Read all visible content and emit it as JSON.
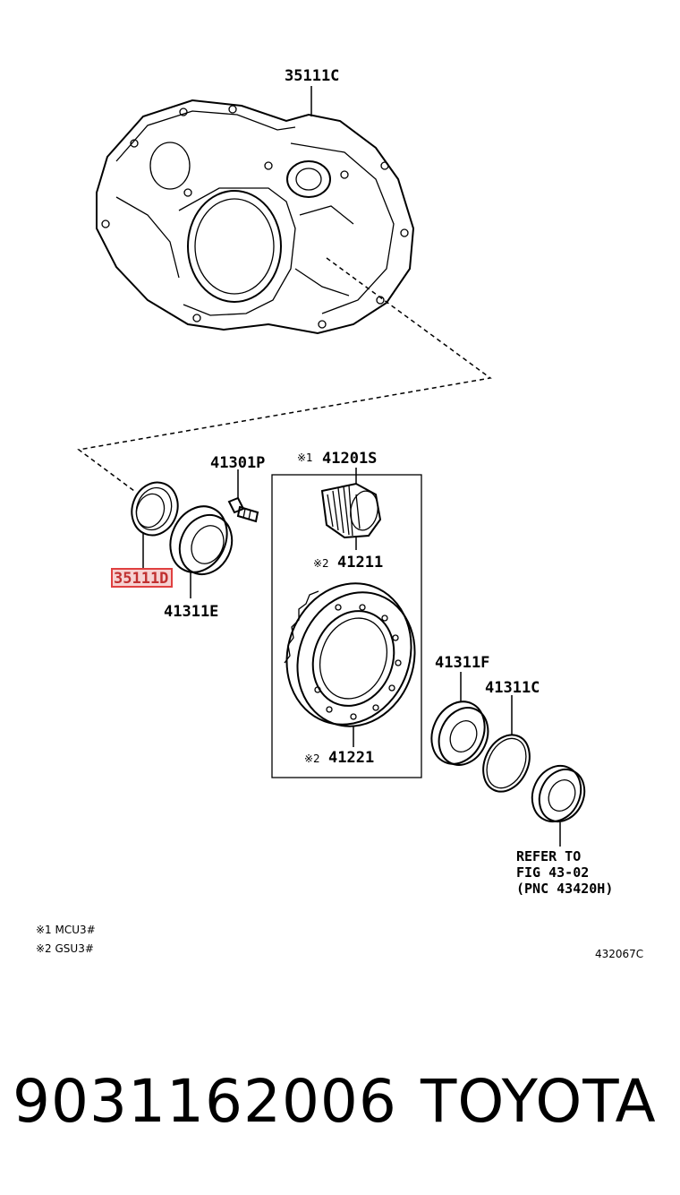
{
  "callouts": {
    "housing": "35111C",
    "seal_highlighted": "35111D",
    "bolt": "41301P",
    "gear_set": "41201S",
    "pinion": "41211",
    "ring_gear": "41221",
    "bearing_e": "41311E",
    "bearing_f": "41311F",
    "race_c": "41311C"
  },
  "marks": {
    "mark1": "※1",
    "mark2": "※2"
  },
  "refer": {
    "line1": "REFER TO",
    "line2": "FIG 43-02",
    "line3": "(PNC 43420H)"
  },
  "notes": {
    "note1": "※1 MCU3#",
    "note2": "※2 GSU3#"
  },
  "figure_id": "432067C",
  "footer": {
    "part_number": "9031162006",
    "brand": "TOYOTA"
  },
  "colors": {
    "highlight": "#e04040",
    "ink": "#000000"
  }
}
